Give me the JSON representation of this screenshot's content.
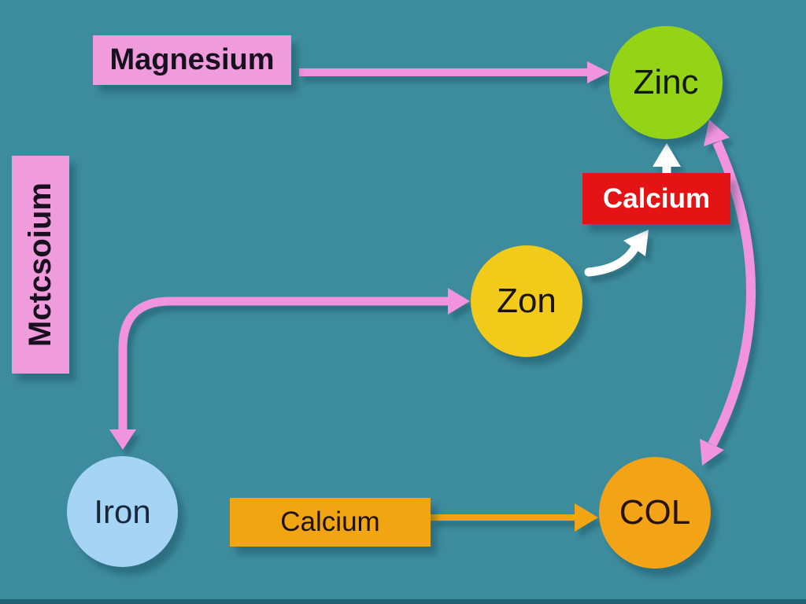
{
  "colors": {
    "background": "#3D8C9E",
    "pink": "#F09BDC",
    "pink_arrow": "#F193DF",
    "red": "#E41414",
    "green": "#94D316",
    "yellow": "#F2CA1A",
    "blue": "#A6D4F4",
    "orange": "#F2A512",
    "orange_circle": "#F2A316",
    "white": "#FFFFFF"
  },
  "nodes": {
    "magnesium": {
      "label": "Magnesium"
    },
    "mctcsoium": {
      "label": "Mctcsoium"
    },
    "zinc": {
      "label": "Zinc"
    },
    "calcium_red": {
      "label": "Calcium"
    },
    "zon": {
      "label": "Zon"
    },
    "iron": {
      "label": "Iron"
    },
    "calcium_orange": {
      "label": "Calcium"
    },
    "col": {
      "label": "COL"
    }
  },
  "connections": [
    {
      "from": "Magnesium",
      "to": "Zinc",
      "color": "pink",
      "style": "straight",
      "heads": "end"
    },
    {
      "from": "Iron",
      "to": "Zon",
      "color": "pink",
      "style": "elbow",
      "heads": "both"
    },
    {
      "from": "COL",
      "to": "Zinc",
      "color": "pink",
      "style": "curved",
      "heads": "both"
    },
    {
      "from": "Calcium (red)",
      "to": "Zinc",
      "color": "white",
      "style": "straight",
      "heads": "end"
    },
    {
      "from": "Zon",
      "to": "Calcium (red)",
      "color": "white",
      "style": "curved",
      "heads": "end"
    },
    {
      "from": "Calcium (orange)",
      "to": "COL",
      "color": "orange",
      "style": "straight",
      "heads": "end"
    }
  ]
}
